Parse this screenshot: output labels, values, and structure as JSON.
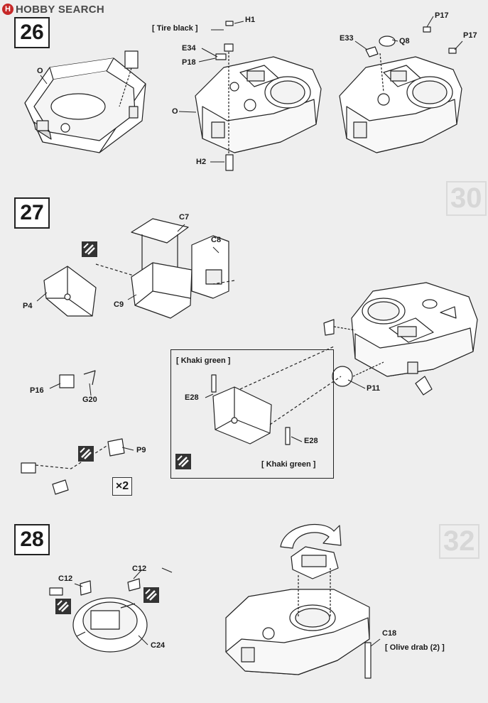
{
  "header": {
    "logo_text": "HOBBY SEARCH",
    "logo_mark": "H"
  },
  "steps": {
    "s26": "26",
    "s27": "27",
    "s28": "28"
  },
  "ghost_steps": {
    "g30": "30",
    "g32": "32"
  },
  "labels": {
    "o_left": "O",
    "o_mid": "O",
    "h1": "H1",
    "h2": "H2",
    "e34": "E34",
    "p18": "P18",
    "e33": "E33",
    "q8": "Q8",
    "p17a": "P17",
    "p17b": "P17",
    "c7": "C7",
    "c8": "C8",
    "c9": "C9",
    "p4": "P4",
    "p16": "P16",
    "g20": "G20",
    "p9": "P9",
    "e28a": "E28",
    "e28b": "E28",
    "p11": "P11",
    "c12a": "C12",
    "c12b": "C12",
    "c24": "C24",
    "c18": "C18"
  },
  "notes": {
    "tire_black": "[ Tire black ]",
    "khaki_green_top": "[ Khaki green ]",
    "khaki_green_bottom": "[ Khaki green ]",
    "olive_drab": "[ Olive drab (2) ]",
    "times_two": "×2"
  },
  "colors": {
    "line": "#222222",
    "paper": "#eeeeee",
    "part_fill": "#ffffff",
    "ghost": "#d7d7d7",
    "logo_red": "#c62828"
  },
  "icons": [
    "cement-icon"
  ]
}
